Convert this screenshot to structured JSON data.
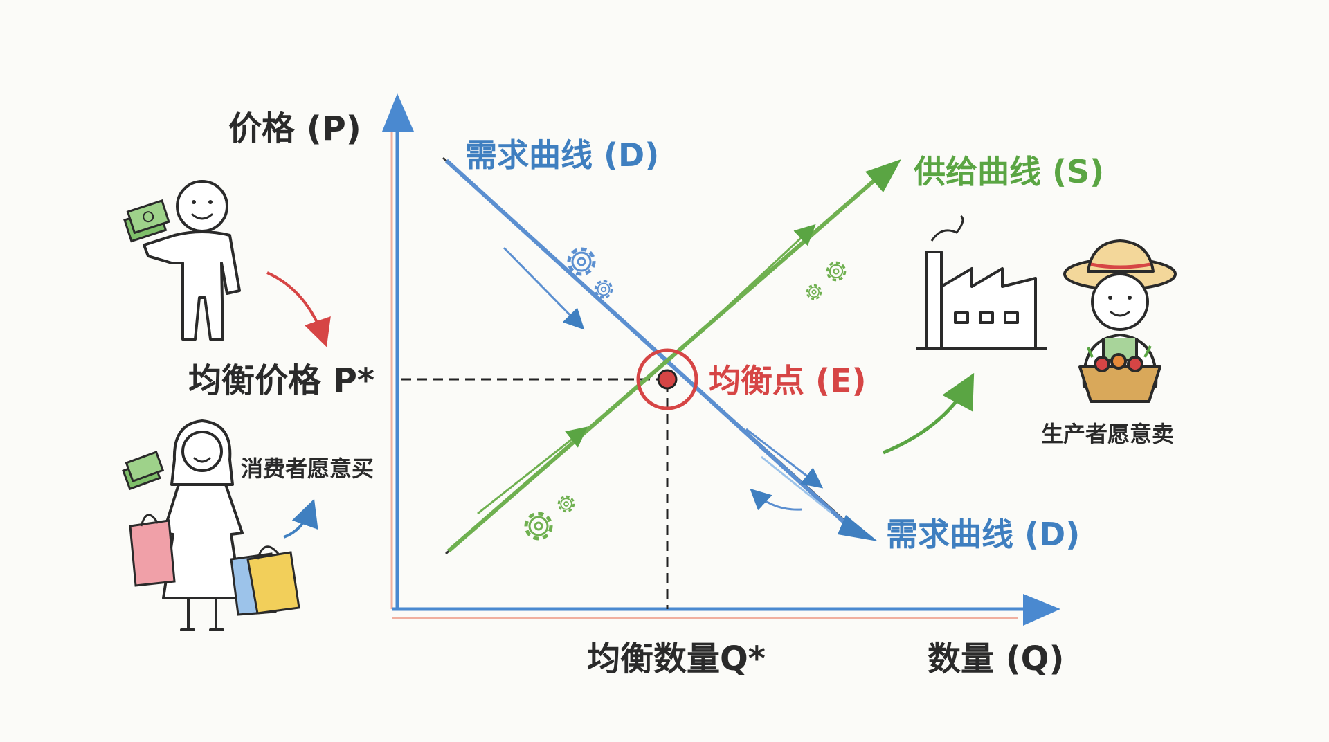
{
  "labels": {
    "y_axis": "价格 (P)",
    "x_axis": "数量 (Q)",
    "equilibrium_price": "均衡价格 P*",
    "equilibrium_quantity": "均衡数量Q*",
    "demand_top": "需求曲线 (D)",
    "demand_bottom": "需求曲线 (D)",
    "supply": "供给曲线 (S)",
    "equilibrium_point": "均衡点 (E)",
    "consumer_note": "消费者愿意买",
    "producer_note": "生产者愿意卖"
  },
  "colors": {
    "demand": "#3f7fc0",
    "supply": "#5aa543",
    "equilibrium": "#d64545",
    "axis_x": "#4a89d0",
    "axis_y": "#4a89d0",
    "ink": "#2a2a2a",
    "money": "#7fbf6a",
    "bag_pink": "#f0a0a8",
    "bag_yellow": "#f2cf5a",
    "bag_blue": "#9cc3ea",
    "hat": "#f3d79a",
    "basket": "#d9a85a"
  },
  "icons": [
    "consumer-figure",
    "money-icon",
    "shopping-bag-icon",
    "gear-icon",
    "factory-icon",
    "farmer-icon",
    "curved-arrow-icon"
  ]
}
